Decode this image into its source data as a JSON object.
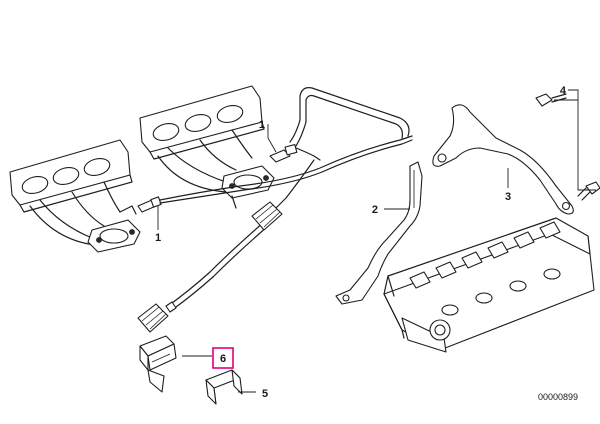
{
  "callouts": {
    "c1a": "1",
    "c1b": "1",
    "c2": "2",
    "c3": "3",
    "c4": "4",
    "c5": "5",
    "c6": "6"
  },
  "highlighted_callout": "6",
  "highlight_color": "#e0007a",
  "reference_number": "00000899"
}
